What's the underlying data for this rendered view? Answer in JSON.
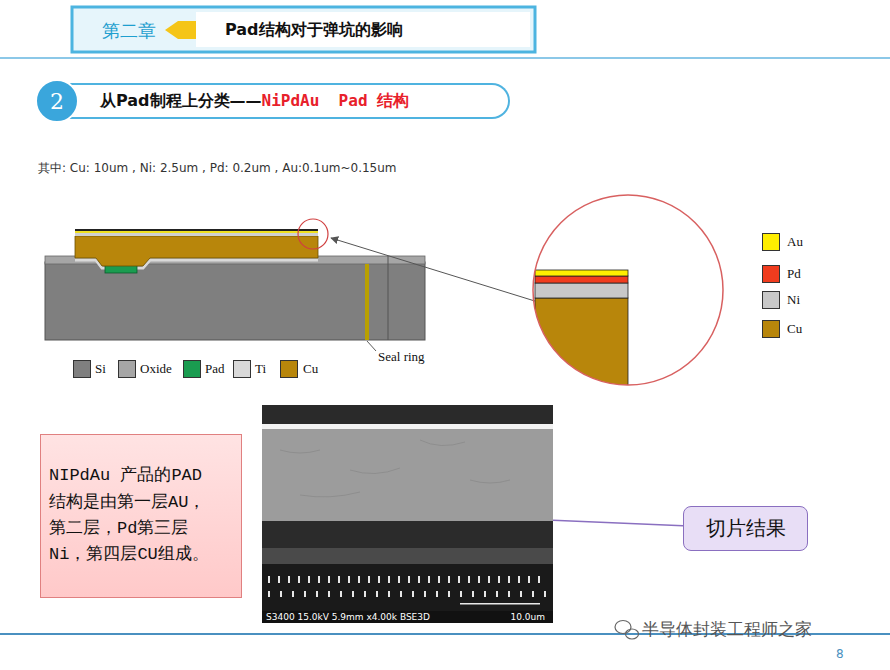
{
  "diagram": {
    "title": "Pad结构对于弹坑的影响",
    "nodes": [
      {
        "text": [
          "第二章"
        ]
      },
      {
        "text": [
          "2"
        ]
      },
      {
        "text": [
          "从Pad制程上分类——",
          "NiPdAu  Pad 结构"
        ]
      },
      {
        "text": [
          "NIPdAu 产品的PAD 结构是由第一层AU， 第二层，Pd第三层 Ni，第四层CU组成。"
        ]
      },
      {
        "text": [
          "S3400 15.0kV 5.9mm x4.00k BSE3D",
          "10.0um"
        ]
      },
      {
        "text": [
          "切片结果"
        ]
      }
    ],
    "edges": [
      {
        "from": 5,
        "to": 4,
        "arrow": "none"
      }
    ],
    "labels": [
      "其中: Cu: 10um , Ni: 2.5um , Pd: 0.2um , Au:0.1um~0.15um",
      "Seal ring",
      "半导体封装工程师之家",
      "8"
    ],
    "legend": [
      {
        "text": "Si",
        "color": "#7f7f7f"
      },
      {
        "text": "Oxide",
        "color": "#a6a6a6"
      },
      {
        "text": "Pad",
        "color": "#1a9c50"
      },
      {
        "text": "Ti",
        "color": "#d9d9d9"
      },
      {
        "text": "Cu",
        "color": "#b8860b"
      },
      {
        "text": "Au",
        "color": "#ffee00"
      },
      {
        "text": "Pd",
        "color": "#f03c1e"
      },
      {
        "text": "Ni",
        "color": "#c8c8c8"
      },
      {
        "text": "Cu",
        "color": "#b8860b"
      }
    ]
  }
}
